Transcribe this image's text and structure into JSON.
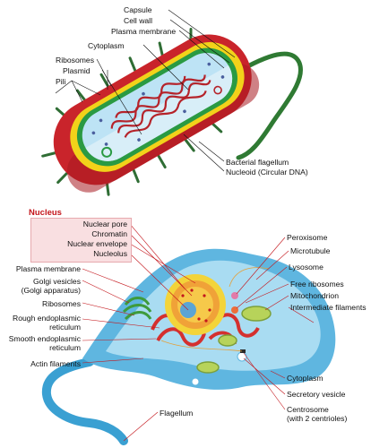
{
  "prokaryote": {
    "labels": {
      "capsule": "Capsule",
      "cell_wall": "Cell wall",
      "plasma_membrane": "Plasma membrane",
      "cytoplasm": "Cytoplasm",
      "ribosomes": "Ribosomes",
      "plasmid": "Plasmid",
      "pili": "Pili",
      "bacterial_flagellum": "Bacterial flagellum",
      "nucleoid": "Nucleoid (Circular DNA)"
    },
    "colors": {
      "capsule": "#c9242b",
      "cell_wall": "#f2d21a",
      "plasma_membrane": "#2a9a43",
      "cytoplasm": "#bde3f5",
      "nucleoid": "#b5232a",
      "flagellum": "#2f7a33"
    }
  },
  "eukaryote": {
    "nucleus_group": {
      "title": "Nucleus",
      "items": [
        "Nuclear pore",
        "Chromatin",
        "Nuclear envelope",
        "Nucleolus"
      ]
    },
    "left_labels": {
      "plasma_membrane": "Plasma membrane",
      "golgi_1": "Golgi vesicles",
      "golgi_2": "(Golgi apparatus)",
      "ribosomes": "Ribosomes",
      "rough_er_1": "Rough endoplasmic",
      "rough_er_2": "reticulum",
      "smooth_er_1": "Smooth endoplasmic",
      "smooth_er_2": "reticulum",
      "actin": "Actin filaments",
      "flagellum": "Flagellum"
    },
    "right_labels": {
      "peroxisome": "Peroxisome",
      "microtubule": "Microtubule",
      "lysosome": "Lysosome",
      "free_ribosomes": "Free ribosomes",
      "mitochondrion": "Mitochondrion",
      "intermediate_filaments": "Intermediate filaments",
      "cytoplasm": "Cytoplasm",
      "secretory_vesicle": "Secretory vesicle",
      "centrosome_1": "Centrosome",
      "centrosome_2": "(with 2 centrioles)"
    },
    "colors": {
      "cell_body": "#5fb6e0",
      "cell_light": "#a9dcf2",
      "nucleus": "#f3d43a",
      "nucleus_inner": "#f0a238",
      "er": "#d4302f",
      "golgi": "#3e9b3c",
      "mitochondrion": "#b7d35a",
      "leader_line": "#c4161c"
    }
  }
}
